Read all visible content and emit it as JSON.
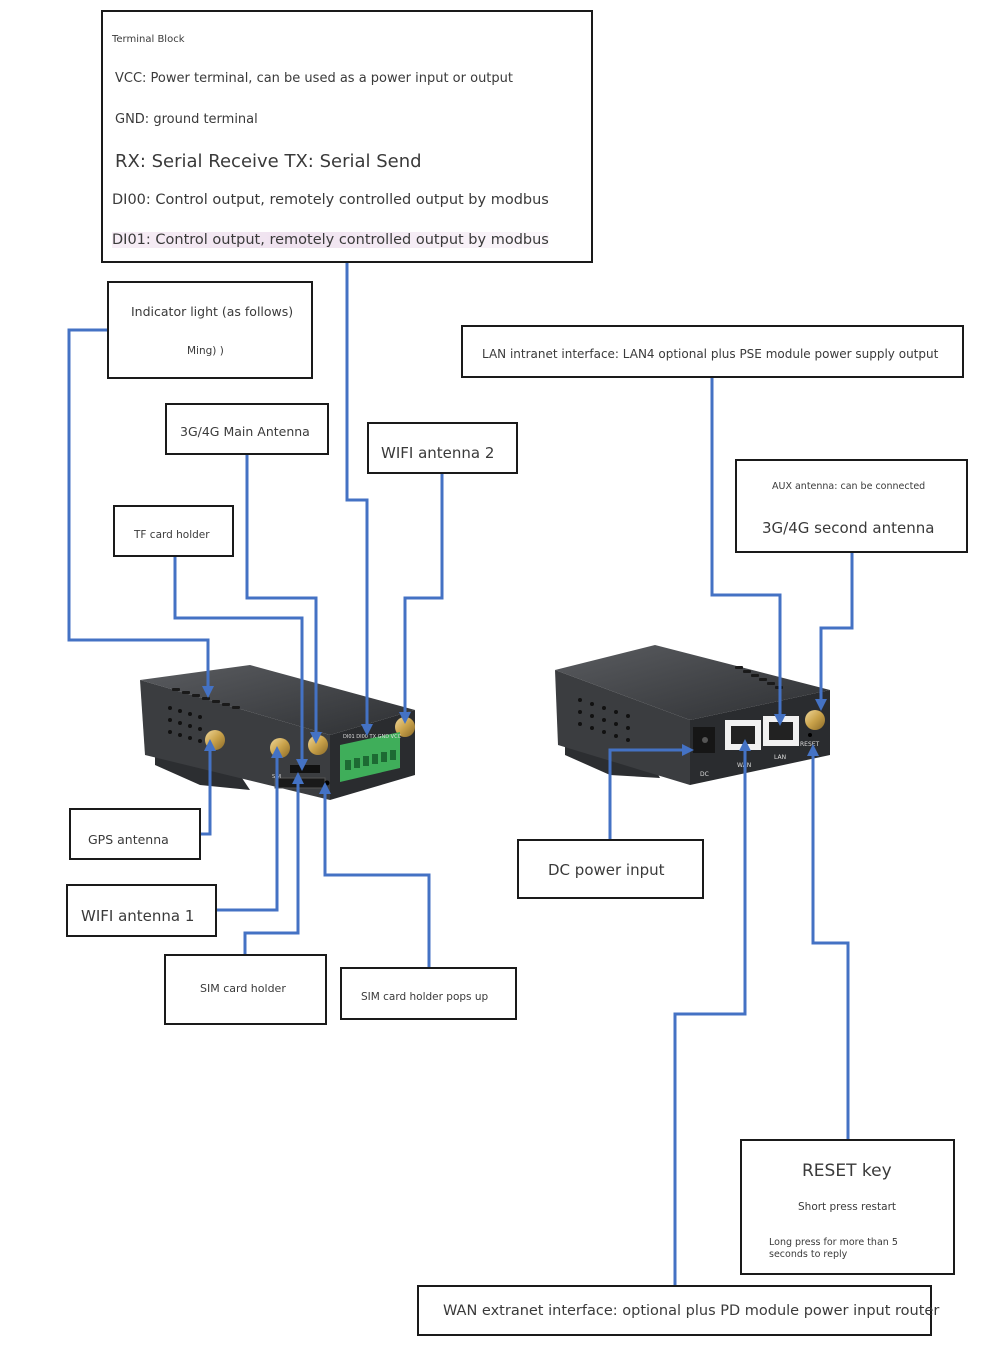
{
  "terminal_block": {
    "title": "Terminal Block",
    "lines": [
      "VCC: Power terminal, can be used as a power input or output",
      "GND: ground terminal",
      "RX: Serial Receive TX: Serial Send",
      "DI00: Control output, remotely controlled output by modbus",
      "DI01: Control output, remotely controlled output by modbus"
    ]
  },
  "left_device": {
    "labels": {
      "indicator_light": "Indicator light (as follows)",
      "indicator_light_sub": "Ming) )",
      "main_antenna": "3G/4G Main Antenna",
      "wifi_antenna_2": "WIFI antenna 2",
      "tf_card": "TF card holder",
      "gps_antenna": "GPS antenna",
      "wifi_antenna_1": "WIFI antenna 1",
      "sim_card": "SIM card holder",
      "sim_pops": "SIM card holder pops up"
    },
    "silkscreen": {
      "terminal": "DI01 DI00 TX  GND VCC",
      "sim": "SIM"
    }
  },
  "right_device": {
    "labels": {
      "lan": "LAN intranet interface: LAN4 optional plus PSE module power supply output",
      "aux_title": "AUX antenna: can be connected",
      "aux_main": "3G/4G second antenna",
      "dc": "DC power input",
      "reset_title": "RESET key",
      "reset_short": "Short press restart",
      "reset_long": "Long press for more than 5 seconds to reply",
      "wan": "WAN extranet interface: optional plus PD module power input router"
    },
    "silkscreen": {
      "dc": "DC",
      "wan": "WAN",
      "lan": "LAN",
      "reset": "RESET"
    }
  },
  "colors": {
    "wire": "#4472c4",
    "box_border": "#1a1a1a",
    "device_body": "#3b3d40",
    "terminal_green": "#3fae5a",
    "antenna_gold": "#c9a24a"
  }
}
